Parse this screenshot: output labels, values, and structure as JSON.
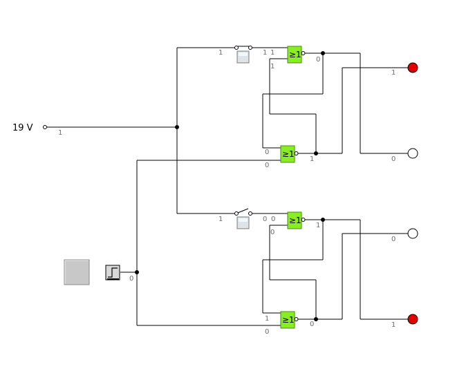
{
  "source": {
    "label": "19 V",
    "value": "1"
  },
  "gate_symbol": "≥1",
  "gates": [
    {
      "id": "G1",
      "input_values": [
        "1",
        "1"
      ],
      "output_value": "0"
    },
    {
      "id": "G2",
      "input_values": [
        "0",
        "0"
      ],
      "output_value": "1"
    },
    {
      "id": "G3",
      "input_values": [
        "0",
        "0"
      ],
      "output_value": "1"
    },
    {
      "id": "G4",
      "input_values": [
        "1",
        "0"
      ],
      "output_value": "0"
    }
  ],
  "switches": [
    {
      "id": "S1",
      "state": "closed",
      "in_value": "1",
      "out_value": "1"
    },
    {
      "id": "S2",
      "state": "open",
      "in_value": "1",
      "out_value": "0"
    }
  ],
  "step_input": {
    "value": "0"
  },
  "lamps": [
    {
      "id": "L1",
      "state": "on",
      "value": "1",
      "color": "#e00000"
    },
    {
      "id": "L2",
      "state": "off",
      "value": "0",
      "color": "#ffffff"
    },
    {
      "id": "L3",
      "state": "off",
      "value": "0",
      "color": "#ffffff"
    },
    {
      "id": "L4",
      "state": "on",
      "value": "1",
      "color": "#e00000"
    }
  ],
  "colors": {
    "gate_fill": "#88ee22",
    "gate_stroke": "#4a8a10",
    "wire": "#000000",
    "lamp_on": "#e00000"
  }
}
